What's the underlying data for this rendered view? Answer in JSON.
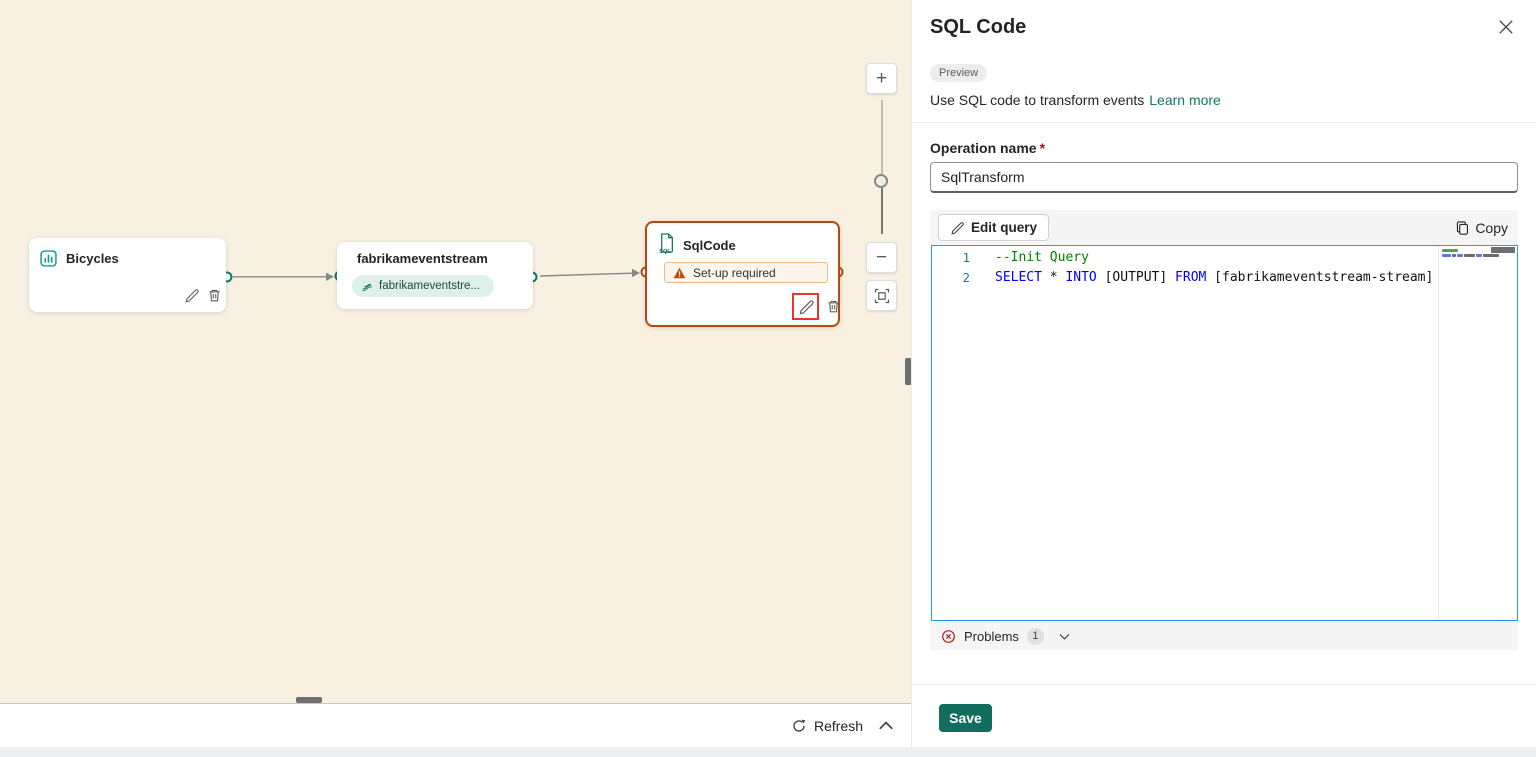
{
  "canvas": {
    "nodes": [
      {
        "title": "Bicycles"
      },
      {
        "title": "fabrikameventstream",
        "stream_label": "fabrikameventstre..."
      },
      {
        "title": "SqlCode",
        "warning": "Set-up required"
      }
    ],
    "zoom_in_label": "+",
    "zoom_out_label": "−",
    "refresh_label": "Refresh"
  },
  "panel": {
    "title": "SQL Code",
    "preview_badge": "Preview",
    "description": "Use SQL code to transform events",
    "learn_more_label": "Learn more",
    "operation_name": {
      "label": "Operation name",
      "required_mark": "*",
      "value": "SqlTransform"
    },
    "toolbar": {
      "edit_query_label": "Edit query",
      "copy_label": "Copy"
    },
    "editor": {
      "lines": [
        {
          "number": "1",
          "tokens": [
            {
              "t": "--Init Query",
              "c": "comment"
            }
          ]
        },
        {
          "number": "2",
          "tokens": [
            {
              "t": "SELECT",
              "c": "keyword"
            },
            {
              "t": " * ",
              "c": "plain"
            },
            {
              "t": "INTO",
              "c": "keyword"
            },
            {
              "t": " [OUTPUT] ",
              "c": "plain"
            },
            {
              "t": "FROM",
              "c": "keyword"
            },
            {
              "t": " [fabrikameventstream-stream]",
              "c": "plain"
            }
          ]
        }
      ]
    },
    "problems": {
      "label": "Problems",
      "count": "1"
    },
    "save_label": "Save"
  },
  "colors": {
    "accent_teal": "#117865",
    "save_button": "#116d5e",
    "node_error_orange": "#b5490f",
    "editor_focus_blue": "#2899f5",
    "error_red": "#c50f1f",
    "annotation_red": "#e8352e",
    "canvas_bg": "#f8f1e2",
    "comment_green": "#008000",
    "keyword_blue": "#0000ff"
  }
}
